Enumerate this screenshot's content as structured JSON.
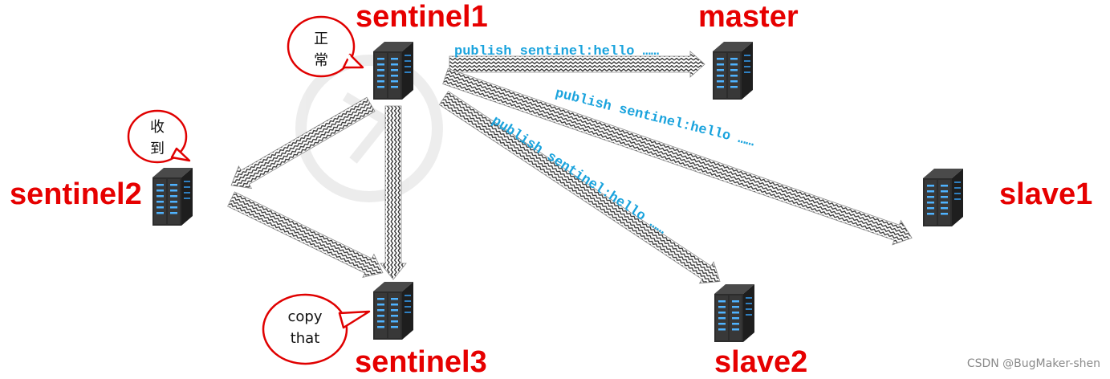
{
  "nodes": {
    "sentinel1": "sentinel1",
    "sentinel2": "sentinel2",
    "sentinel3": "sentinel3",
    "master": "master",
    "slave1": "slave1",
    "slave2": "slave2"
  },
  "messages": {
    "to_master": "publish sentinel:hello ……",
    "to_slave1": "publish sentinel:hello ……",
    "to_slave2": "publish sentinel:hello ……"
  },
  "bubbles": {
    "sentinel1": [
      "正",
      "常"
    ],
    "sentinel2": [
      "收",
      "到"
    ],
    "sentinel3": [
      "copy",
      "that"
    ]
  },
  "watermark": "CSDN @BugMaker-shen",
  "icons": {
    "server": "server-rack-icon",
    "bubble": "speech-bubble-icon"
  },
  "colors": {
    "label": "#e60000",
    "message": "#1aa3dd",
    "bubble_border": "#e00000"
  }
}
